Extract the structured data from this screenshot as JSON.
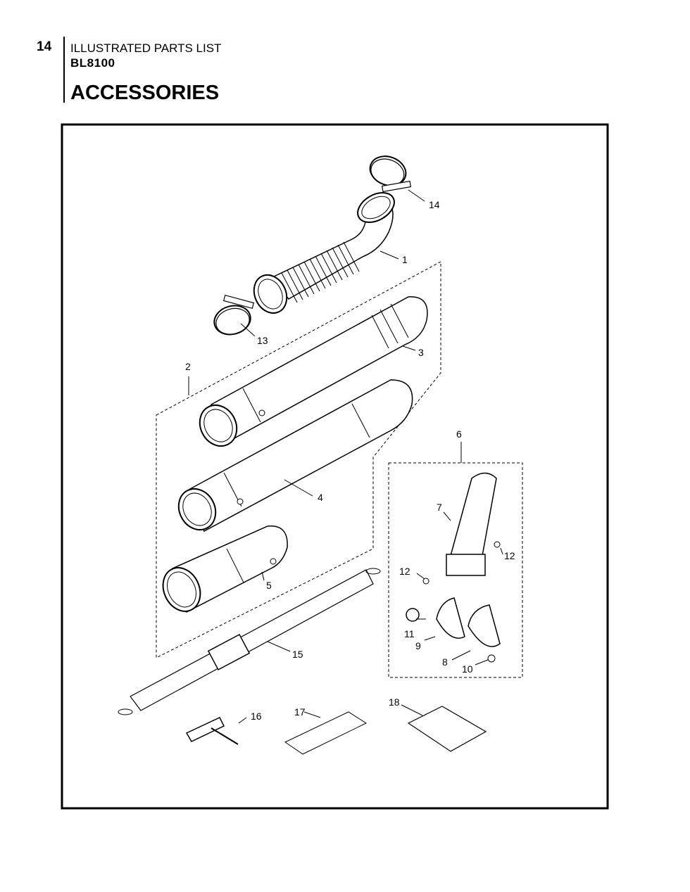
{
  "header": {
    "page_number": "14",
    "section": "ILLUSTRATED PARTS LIST",
    "model": "BL8100",
    "title": "ACCESSORIES"
  },
  "callouts": {
    "c1": "1",
    "c2": "2",
    "c3": "3",
    "c4": "4",
    "c5": "5",
    "c6": "6",
    "c7": "7",
    "c8": "8",
    "c9": "9",
    "c10": "10",
    "c11": "11",
    "c12a": "12",
    "c12b": "12",
    "c13": "13",
    "c14": "14",
    "c15": "15",
    "c16": "16",
    "c17": "17",
    "c18": "18"
  }
}
